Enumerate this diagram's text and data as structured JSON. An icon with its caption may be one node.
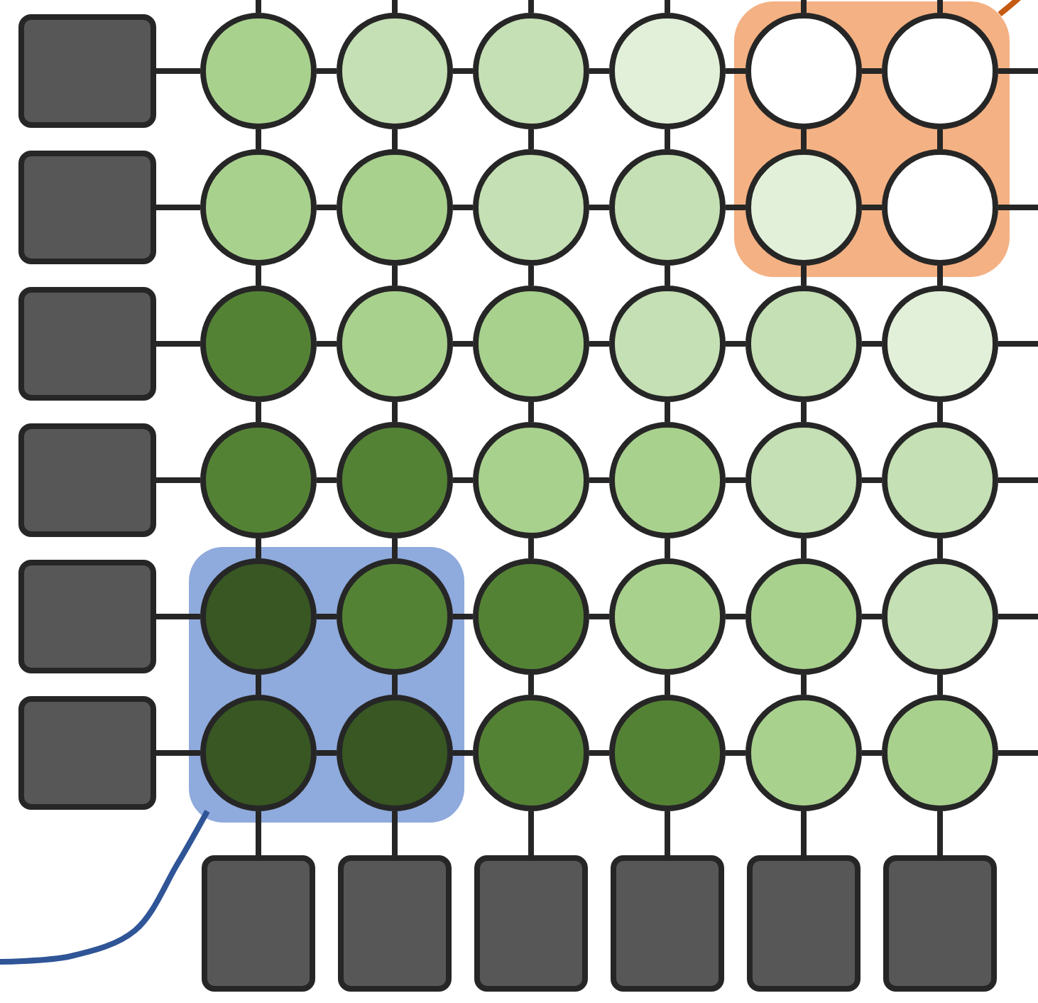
{
  "diagram": {
    "nodes": [
      {
        "text": [],
        "shape": "box"
      },
      {
        "text": [],
        "shape": "box"
      },
      {
        "text": [],
        "shape": "box"
      },
      {
        "text": [],
        "shape": "circle"
      },
      {
        "text": [],
        "shape": "circle"
      },
      {
        "text": [],
        "shape": "circle"
      },
      {
        "text": [],
        "shape": "circle"
      },
      {
        "text": [],
        "shape": "circle",
        "in": 0
      },
      {
        "text": [],
        "shape": "circle",
        "in": 0
      },
      {
        "text": [],
        "shape": "box"
      },
      {
        "text": [],
        "shape": "circle"
      },
      {
        "text": [],
        "shape": "circle"
      },
      {
        "text": [],
        "shape": "circle"
      },
      {
        "text": [],
        "shape": "circle"
      },
      {
        "text": [],
        "shape": "circle",
        "in": 0
      },
      {
        "text": [],
        "shape": "circle",
        "in": 0
      },
      {
        "text": [],
        "shape": "box"
      },
      {
        "text": [],
        "shape": "circle"
      },
      {
        "text": [],
        "shape": "circle"
      },
      {
        "text": [],
        "shape": "circle"
      },
      {
        "text": [],
        "shape": "circle"
      },
      {
        "text": [],
        "shape": "circle"
      },
      {
        "text": [],
        "shape": "circle"
      },
      {
        "text": [],
        "shape": "box"
      },
      {
        "text": [],
        "shape": "circle"
      },
      {
        "text": [],
        "shape": "circle"
      },
      {
        "text": [],
        "shape": "circle"
      },
      {
        "text": [],
        "shape": "circle"
      },
      {
        "text": [],
        "shape": "circle"
      },
      {
        "text": [],
        "shape": "circle"
      },
      {
        "text": [],
        "shape": "box"
      },
      {
        "text": [],
        "shape": "circle",
        "in": 1
      },
      {
        "text": [],
        "shape": "circle",
        "in": 1
      },
      {
        "text": [],
        "shape": "circle"
      },
      {
        "text": [],
        "shape": "circle"
      },
      {
        "text": [],
        "shape": "circle"
      },
      {
        "text": [],
        "shape": "circle"
      },
      {
        "text": [],
        "shape": "box"
      },
      {
        "text": [],
        "shape": "circle",
        "in": 1
      },
      {
        "text": [],
        "shape": "circle",
        "in": 1
      },
      {
        "text": [],
        "shape": "circle"
      },
      {
        "text": [],
        "shape": "circle"
      },
      {
        "text": [],
        "shape": "circle"
      },
      {
        "text": [],
        "shape": "circle"
      },
      {
        "text": [],
        "shape": "box"
      },
      {
        "text": [],
        "shape": "box"
      },
      {
        "text": [],
        "shape": "box"
      },
      {
        "text": [],
        "shape": "box"
      },
      {
        "text": [],
        "shape": "box"
      },
      {
        "text": [],
        "shape": "box"
      }
    ],
    "edges": [
      {
        "from": 0,
        "to": null,
        "arrow": "none",
        "color": "#c55a11"
      },
      {
        "from": 1,
        "to": null,
        "arrow": "none",
        "color": "#2f5597"
      },
      {
        "from": null,
        "to": 3,
        "arrow": "none"
      },
      {
        "from": null,
        "to": 4,
        "arrow": "none"
      },
      {
        "from": null,
        "to": 5,
        "arrow": "none"
      },
      {
        "from": null,
        "to": 6,
        "arrow": "none"
      },
      {
        "from": null,
        "to": 7,
        "arrow": "none"
      },
      {
        "from": null,
        "to": 8,
        "arrow": "none"
      },
      {
        "from": 2,
        "to": 3,
        "arrow": "none"
      },
      {
        "from": 3,
        "to": 4,
        "arrow": "none"
      },
      {
        "from": 4,
        "to": 5,
        "arrow": "none"
      },
      {
        "from": 5,
        "to": 6,
        "arrow": "none"
      },
      {
        "from": 6,
        "to": 7,
        "arrow": "none"
      },
      {
        "from": 7,
        "to": 8,
        "arrow": "none"
      },
      {
        "from": 8,
        "to": null,
        "arrow": "none"
      },
      {
        "from": 9,
        "to": 10,
        "arrow": "none"
      },
      {
        "from": 10,
        "to": 11,
        "arrow": "none"
      },
      {
        "from": 11,
        "to": 12,
        "arrow": "none"
      },
      {
        "from": 12,
        "to": 13,
        "arrow": "none"
      },
      {
        "from": 13,
        "to": 14,
        "arrow": "none"
      },
      {
        "from": 14,
        "to": 15,
        "arrow": "none"
      },
      {
        "from": 15,
        "to": null,
        "arrow": "none"
      },
      {
        "from": 16,
        "to": 17,
        "arrow": "none"
      },
      {
        "from": 17,
        "to": 18,
        "arrow": "none"
      },
      {
        "from": 18,
        "to": 19,
        "arrow": "none"
      },
      {
        "from": 19,
        "to": 20,
        "arrow": "none"
      },
      {
        "from": 20,
        "to": 21,
        "arrow": "none"
      },
      {
        "from": 21,
        "to": 22,
        "arrow": "none"
      },
      {
        "from": 22,
        "to": null,
        "arrow": "none"
      },
      {
        "from": 23,
        "to": 24,
        "arrow": "none"
      },
      {
        "from": 24,
        "to": 25,
        "arrow": "none"
      },
      {
        "from": 25,
        "to": 26,
        "arrow": "none"
      },
      {
        "from": 26,
        "to": 27,
        "arrow": "none"
      },
      {
        "from": 27,
        "to": 28,
        "arrow": "none"
      },
      {
        "from": 28,
        "to": 29,
        "arrow": "none"
      },
      {
        "from": 29,
        "to": null,
        "arrow": "none"
      },
      {
        "from": 30,
        "to": 31,
        "arrow": "none"
      },
      {
        "from": 31,
        "to": 32,
        "arrow": "none"
      },
      {
        "from": 32,
        "to": 33,
        "arrow": "none"
      },
      {
        "from": 33,
        "to": 34,
        "arrow": "none"
      },
      {
        "from": 34,
        "to": 35,
        "arrow": "none"
      },
      {
        "from": 35,
        "to": 36,
        "arrow": "none"
      },
      {
        "from": 36,
        "to": null,
        "arrow": "none"
      },
      {
        "from": 37,
        "to": 38,
        "arrow": "none"
      },
      {
        "from": 38,
        "to": 39,
        "arrow": "none"
      },
      {
        "from": 39,
        "to": 40,
        "arrow": "none"
      },
      {
        "from": 40,
        "to": 41,
        "arrow": "none"
      },
      {
        "from": 41,
        "to": 42,
        "arrow": "none"
      },
      {
        "from": 42,
        "to": 43,
        "arrow": "none"
      },
      {
        "from": 43,
        "to": null,
        "arrow": "none"
      },
      {
        "from": 3,
        "to": 10,
        "arrow": "none"
      },
      {
        "from": 4,
        "to": 11,
        "arrow": "none"
      },
      {
        "from": 5,
        "to": 12,
        "arrow": "none"
      },
      {
        "from": 6,
        "to": 13,
        "arrow": "none"
      },
      {
        "from": 7,
        "to": 14,
        "arrow": "none"
      },
      {
        "from": 8,
        "to": 15,
        "arrow": "none"
      },
      {
        "from": 10,
        "to": 17,
        "arrow": "none"
      },
      {
        "from": 11,
        "to": 18,
        "arrow": "none"
      },
      {
        "from": 12,
        "to": 19,
        "arrow": "none"
      },
      {
        "from": 13,
        "to": 20,
        "arrow": "none"
      },
      {
        "from": 14,
        "to": 21,
        "arrow": "none"
      },
      {
        "from": 15,
        "to": 22,
        "arrow": "none"
      },
      {
        "from": 17,
        "to": 24,
        "arrow": "none"
      },
      {
        "from": 18,
        "to": 25,
        "arrow": "none"
      },
      {
        "from": 19,
        "to": 26,
        "arrow": "none"
      },
      {
        "from": 20,
        "to": 27,
        "arrow": "none"
      },
      {
        "from": 21,
        "to": 28,
        "arrow": "none"
      },
      {
        "from": 22,
        "to": 29,
        "arrow": "none"
      },
      {
        "from": 24,
        "to": 31,
        "arrow": "none"
      },
      {
        "from": 25,
        "to": 32,
        "arrow": "none"
      },
      {
        "from": 26,
        "to": 33,
        "arrow": "none"
      },
      {
        "from": 27,
        "to": 34,
        "arrow": "none"
      },
      {
        "from": 28,
        "to": 35,
        "arrow": "none"
      },
      {
        "from": 29,
        "to": 36,
        "arrow": "none"
      },
      {
        "from": 31,
        "to": 38,
        "arrow": "none"
      },
      {
        "from": 32,
        "to": 39,
        "arrow": "none"
      },
      {
        "from": 33,
        "to": 40,
        "arrow": "none"
      },
      {
        "from": 34,
        "to": 41,
        "arrow": "none"
      },
      {
        "from": 35,
        "to": 42,
        "arrow": "none"
      },
      {
        "from": 36,
        "to": 43,
        "arrow": "none"
      },
      {
        "from": 38,
        "to": 44,
        "arrow": "none"
      },
      {
        "from": 39,
        "to": 45,
        "arrow": "none"
      },
      {
        "from": 40,
        "to": 46,
        "arrow": "none"
      },
      {
        "from": 41,
        "to": 47,
        "arrow": "none"
      },
      {
        "from": 42,
        "to": 48,
        "arrow": "none"
      },
      {
        "from": 43,
        "to": 49,
        "arrow": "none"
      }
    ]
  }
}
